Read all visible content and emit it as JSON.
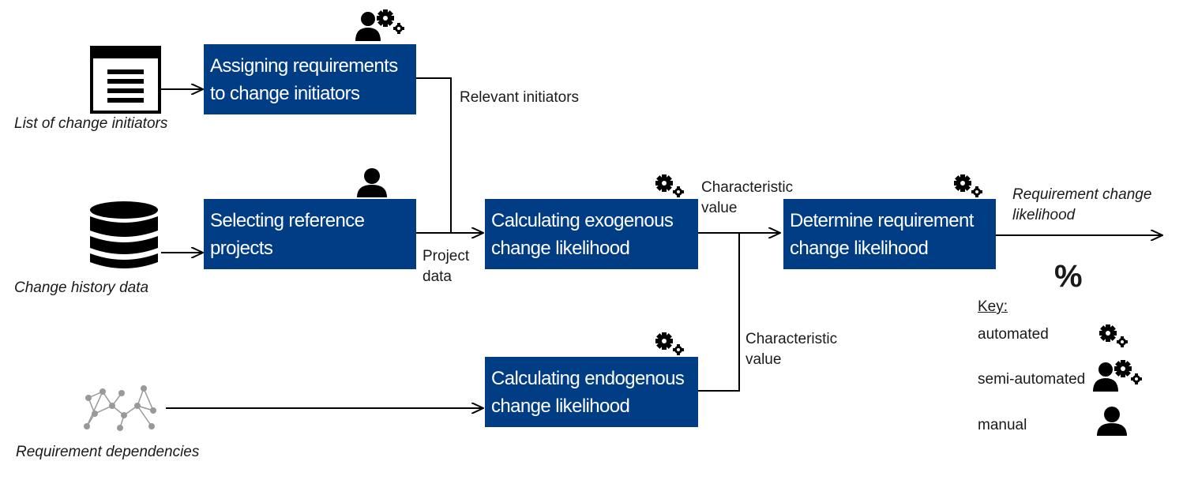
{
  "boxes": {
    "assign": "Assigning requirements to change initiators",
    "select": "Selecting reference projects",
    "exo": "Calculating exogenous change likelihood",
    "endo": "Calculating endogenous change likelihood",
    "determine": "Determine requirement change likelihood"
  },
  "inputs": {
    "initiators": "List of change initiators",
    "history": "Change history data",
    "dependencies": "Requirement dependencies"
  },
  "flows": {
    "relevant": "Relevant initiators",
    "project_data": "Project data",
    "char_value_top": "Characteristic value",
    "char_value_bottom": "Characteristic value",
    "output": "Requirement change likelihood"
  },
  "percent": "%",
  "key": {
    "title": "Key:",
    "automated": "automated",
    "semi": "semi-automated",
    "manual": "manual"
  },
  "icons": {
    "input_initiators": "document-list-icon",
    "input_history": "database-icon",
    "input_dependencies": "network-graph-icon",
    "assign": "semi-automated-icon",
    "select": "manual-person-icon",
    "exo": "automated-gears-icon",
    "endo": "automated-gears-icon",
    "determine": "automated-gears-icon"
  },
  "colors": {
    "box": "#003d84",
    "text": "#1a1a1a"
  }
}
